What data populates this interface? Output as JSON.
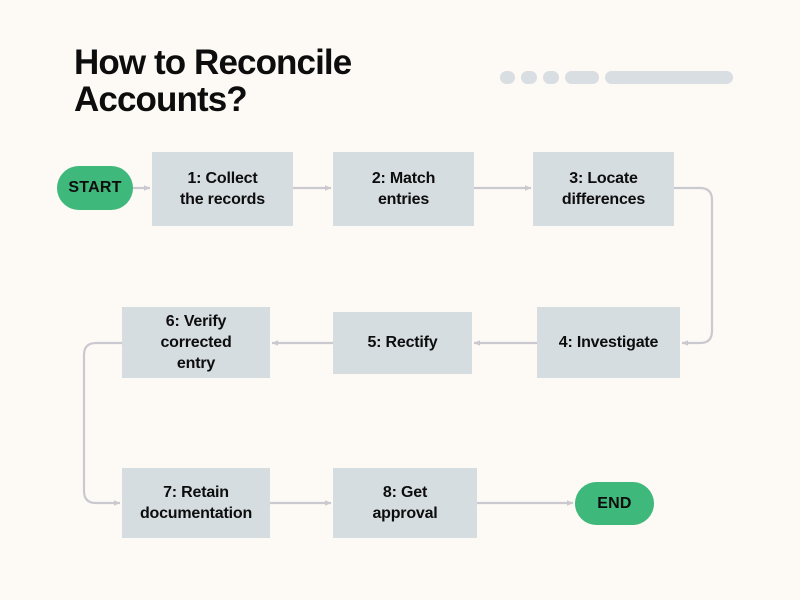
{
  "page": {
    "background_color": "#fdf9f5",
    "title": "How to Reconcile\nAccounts?"
  },
  "decoration": {
    "name": "header-decoration",
    "color": "#d8dee1",
    "segments": [
      "dot",
      "dot",
      "dot",
      "short-bar",
      "long-bar"
    ]
  },
  "palette": {
    "node_fill": "#d6dde1",
    "terminator_fill": "#3fb87b",
    "connector": "#c9c9cf",
    "text": "#0d0d0d"
  },
  "flowchart": {
    "type": "flowchart",
    "start_label": "START",
    "end_label": "END",
    "steps": [
      {
        "id": "step-1",
        "label": "1: Collect\nthe records"
      },
      {
        "id": "step-2",
        "label": "2: Match\nentries"
      },
      {
        "id": "step-3",
        "label": "3: Locate\ndifferences"
      },
      {
        "id": "step-4",
        "label": "4: Investigate"
      },
      {
        "id": "step-5",
        "label": "5: Rectify"
      },
      {
        "id": "step-6",
        "label": "6: Verify\ncorrected\nentry"
      },
      {
        "id": "step-7",
        "label": "7: Retain\ndocumentation"
      },
      {
        "id": "step-8",
        "label": "8: Get\napproval"
      }
    ],
    "connections": [
      "START -> 1: Collect the records",
      "1: Collect the records -> 2: Match entries",
      "2: Match entries -> 3: Locate differences",
      "3: Locate differences -> 4: Investigate",
      "4: Investigate -> 5: Rectify",
      "5: Rectify -> 6: Verify corrected entry",
      "6: Verify corrected entry -> 7: Retain documentation",
      "7: Retain documentation -> 8: Get approval",
      "8: Get approval -> END"
    ]
  }
}
